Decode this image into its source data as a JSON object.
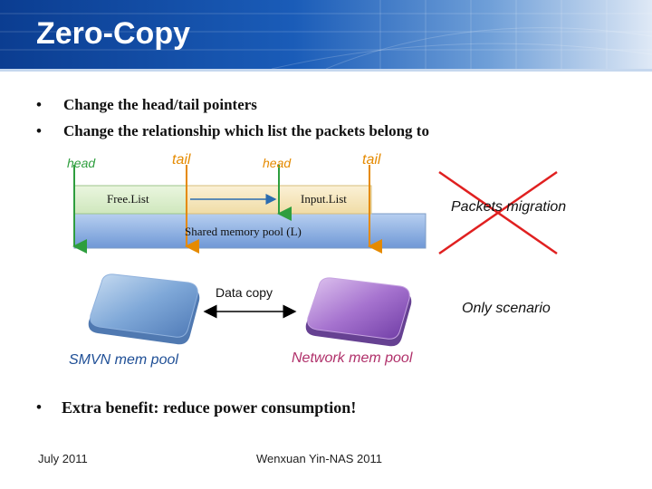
{
  "title": "Zero-Copy",
  "bullets": [
    "Change the head/tail pointers",
    "Change the relationship which list the packets belong to"
  ],
  "bullet_symbol": "•",
  "diagram": {
    "free_head": "head",
    "free_tail": "tail",
    "input_head": "head",
    "input_tail": "tail",
    "free_list": "Free.List",
    "input_list": "Input.List",
    "shared_pool": "Shared memory pool (L)",
    "packets_migration": "Packets migration",
    "data_copy": "Data copy",
    "only_scenario": "Only scenario",
    "smvn_pool": "SMVN mem pool",
    "network_pool": "Network mem pool"
  },
  "extra_bullet": "Extra benefit: reduce power consumption!",
  "footer": {
    "date": "July 2011",
    "author": "Wenxuan Yin-NAS 2011"
  },
  "colors": {
    "header_blue": "#1a5cb8",
    "pointer_orange": "#e58a00",
    "green": "#2e9e3e",
    "blue_arrow": "#2b6cb0",
    "cross_red": "#e02020",
    "network_text": "#b0306a",
    "smvn_text": "#1f4f96"
  }
}
